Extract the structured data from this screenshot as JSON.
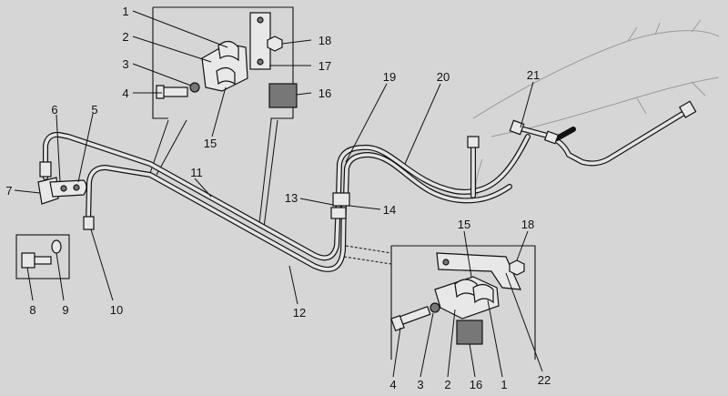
{
  "callouts": [
    {
      "id": "c1-top",
      "text": "1"
    },
    {
      "id": "c2-top",
      "text": "2"
    },
    {
      "id": "c3-top",
      "text": "3"
    },
    {
      "id": "c4-top",
      "text": "4"
    },
    {
      "id": "c18-top",
      "text": "18"
    },
    {
      "id": "c17",
      "text": "17"
    },
    {
      "id": "c16-top",
      "text": "16"
    },
    {
      "id": "c15-top",
      "text": "15"
    },
    {
      "id": "c6",
      "text": "6"
    },
    {
      "id": "c5",
      "text": "5"
    },
    {
      "id": "c7",
      "text": "7"
    },
    {
      "id": "c11",
      "text": "11"
    },
    {
      "id": "c19",
      "text": "19"
    },
    {
      "id": "c20",
      "text": "20"
    },
    {
      "id": "c21",
      "text": "21"
    },
    {
      "id": "c13",
      "text": "13"
    },
    {
      "id": "c14",
      "text": "14"
    },
    {
      "id": "c8",
      "text": "8"
    },
    {
      "id": "c9",
      "text": "9"
    },
    {
      "id": "c10",
      "text": "10"
    },
    {
      "id": "c12",
      "text": "12"
    },
    {
      "id": "c15-bottom",
      "text": "15"
    },
    {
      "id": "c18-bottom",
      "text": "18"
    },
    {
      "id": "c4-bottom",
      "text": "4"
    },
    {
      "id": "c3-bottom",
      "text": "3"
    },
    {
      "id": "c2-bottom",
      "text": "2"
    },
    {
      "id": "c16-bottom",
      "text": "16"
    },
    {
      "id": "c1-bottom",
      "text": "1"
    },
    {
      "id": "c22",
      "text": "22"
    }
  ]
}
